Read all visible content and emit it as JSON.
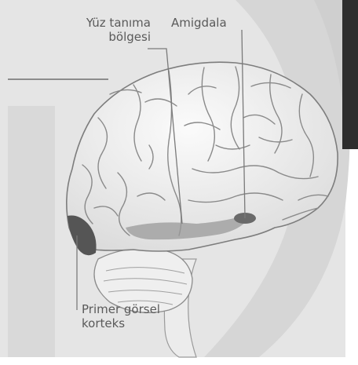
{
  "labels": {
    "face_area": {
      "line1": "Yüz tanıma",
      "line2": "bölgesi"
    },
    "amygdala": {
      "line1": "Amigdala"
    },
    "visual_cortex": {
      "line1": "Primer görsel",
      "line2": "korteks"
    }
  },
  "colors": {
    "background": "#e6e6e6",
    "panel": "#d4d4d4",
    "brain_fill": "#f4f4f4",
    "gyri_stroke": "#8c8c8c",
    "leader": "#7a7a7a",
    "dark_region": "#555555",
    "shaded_region": "#9a9a9a",
    "right_edge": "#2d2d2d"
  }
}
